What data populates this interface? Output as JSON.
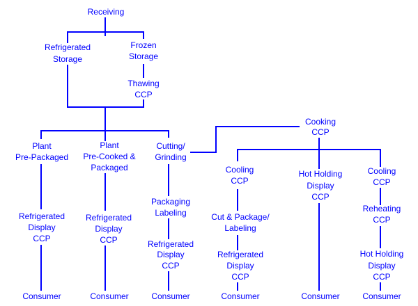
{
  "diagram": {
    "line_color": "#0000ff",
    "nodes": [
      {
        "id": "receiving",
        "lines": [
          "Receiving"
        ]
      },
      {
        "id": "refrigerated-storage",
        "lines": [
          "Refrigerated",
          "Storage"
        ]
      },
      {
        "id": "frozen-storage",
        "lines": [
          "Frozen",
          "Storage"
        ]
      },
      {
        "id": "thawing",
        "lines": [
          "Thawing",
          "CCP"
        ]
      },
      {
        "id": "plant-pre-packaged",
        "lines": [
          "Plant",
          "Pre-Packaged"
        ]
      },
      {
        "id": "plant-pre-cooked",
        "lines": [
          "Plant",
          "Pre-Cooked &",
          "Packaged"
        ]
      },
      {
        "id": "cutting-grinding",
        "lines": [
          "Cutting/",
          "Grinding"
        ]
      },
      {
        "id": "refrigerated-display-1",
        "lines": [
          "Refrigerated",
          "Display",
          "CCP"
        ]
      },
      {
        "id": "refrigerated-display-2",
        "lines": [
          "Refrigerated",
          "Display",
          "CCP"
        ]
      },
      {
        "id": "packaging-labeling",
        "lines": [
          "Packaging",
          "Labeling"
        ]
      },
      {
        "id": "refrigerated-display-3",
        "lines": [
          "Refrigerated",
          "Display",
          "CCP"
        ]
      },
      {
        "id": "consumer-1",
        "lines": [
          "Consumer"
        ]
      },
      {
        "id": "consumer-2",
        "lines": [
          "Consumer"
        ]
      },
      {
        "id": "consumer-3",
        "lines": [
          "Consumer"
        ]
      },
      {
        "id": "cooking",
        "lines": [
          "Cooking",
          "CCP"
        ]
      },
      {
        "id": "cooling-1",
        "lines": [
          "Cooling",
          "CCP"
        ]
      },
      {
        "id": "cut-package-labeling",
        "lines": [
          "Cut & Package/",
          "Labeling"
        ]
      },
      {
        "id": "refrigerated-display-4",
        "lines": [
          "Refrigerated",
          "Display",
          "CCP"
        ]
      },
      {
        "id": "consumer-4",
        "lines": [
          "Consumer"
        ]
      },
      {
        "id": "hot-holding-display-1",
        "lines": [
          "Hot Holding",
          "Display",
          "CCP"
        ]
      },
      {
        "id": "consumer-5",
        "lines": [
          "Consumer"
        ]
      },
      {
        "id": "cooling-2",
        "lines": [
          "Cooling",
          "CCP"
        ]
      },
      {
        "id": "reheating",
        "lines": [
          "Reheating",
          "CCP"
        ]
      },
      {
        "id": "hot-holding-display-2",
        "lines": [
          "Hot Holding",
          "Display",
          "CCP"
        ]
      },
      {
        "id": "consumer-6",
        "lines": [
          "Consumer"
        ]
      }
    ]
  }
}
